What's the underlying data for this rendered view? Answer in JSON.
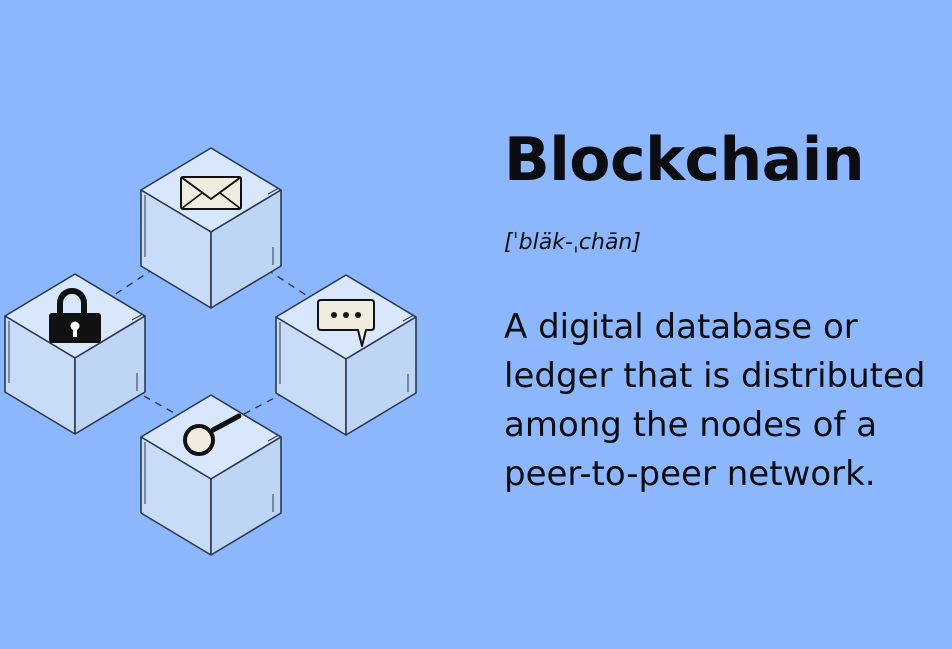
{
  "title": "Blockchain",
  "pronunciation": "[ˈbläk-ˌchān]",
  "definition": "A digital database or ledger that is distributed among the nodes of a peer-to-peer network.",
  "colors": {
    "background": "#8cb7fd",
    "cube_face": "#cfe0fa",
    "outline": "#2a3950",
    "text": "#0b0d12"
  },
  "nodes": [
    {
      "name": "cube-top",
      "icon": "envelope-icon"
    },
    {
      "name": "cube-left",
      "icon": "padlock-icon"
    },
    {
      "name": "cube-right",
      "icon": "speech-bubble-icon"
    },
    {
      "name": "cube-bottom",
      "icon": "magnifying-glass-icon"
    }
  ]
}
